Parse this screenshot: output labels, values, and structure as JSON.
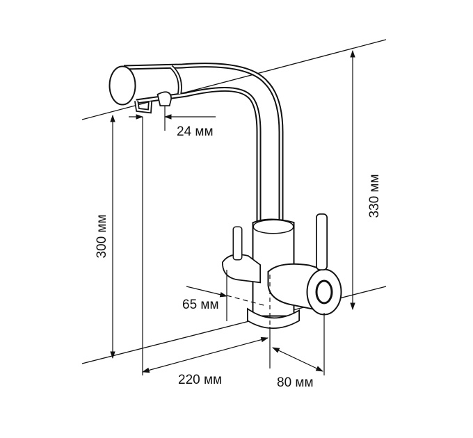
{
  "colors": {
    "ink": "#111111",
    "background": "#ffffff"
  },
  "dimensions": {
    "spout_hole": "24 мм",
    "height_outlet": "300 мм",
    "height_total": "330 мм",
    "inlet_offset": "65 мм",
    "reach": "220 мм",
    "handle_offset": "80 мм"
  }
}
